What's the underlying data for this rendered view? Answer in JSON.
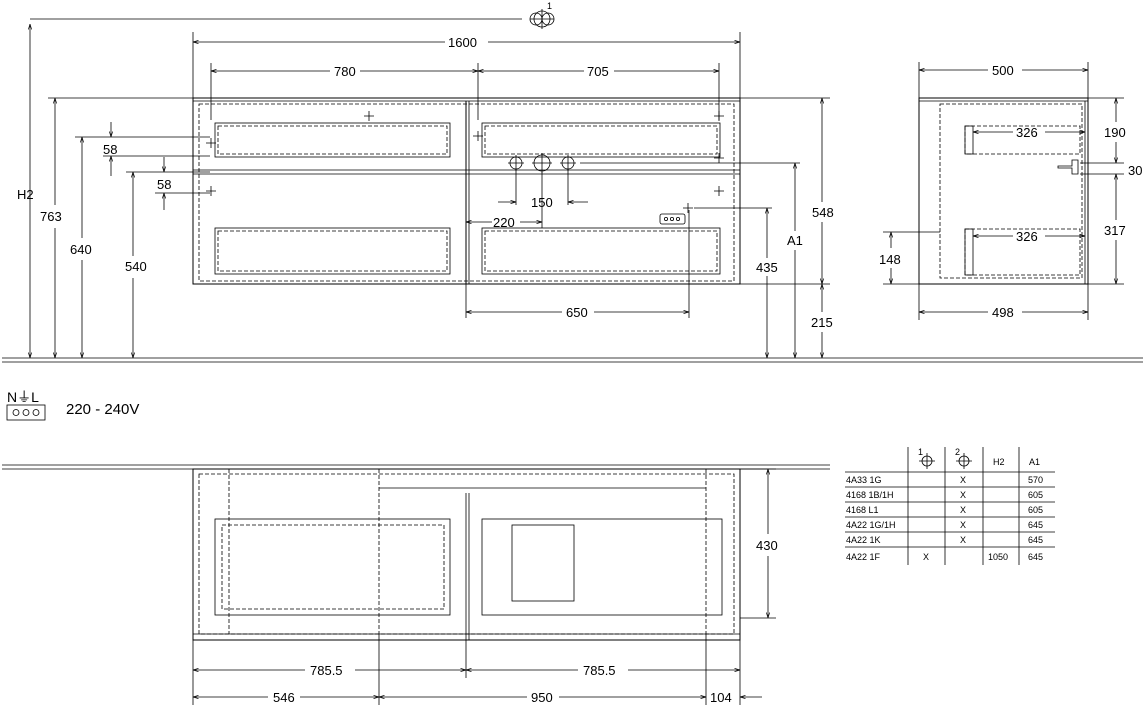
{
  "front_view": {
    "marker_1": "1",
    "width_1600": "1600",
    "width_780": "780",
    "width_705": "705",
    "h2": "H2",
    "h_763": "763",
    "h_640": "640",
    "h_540": "540",
    "off_58a": "58",
    "off_58b": "58",
    "d_150": "150",
    "d_220": "220",
    "d_650": "650",
    "h_548": "548",
    "a1": "A1",
    "h_435": "435",
    "h_215": "215"
  },
  "side_view": {
    "w_500": "500",
    "w_326_top": "326",
    "w_326_bottom": "326",
    "h_190": "190",
    "h_30": "30",
    "h_317": "317",
    "h_148": "148",
    "w_498": "498"
  },
  "electrical": {
    "symbol_label": "N⏚L",
    "voltage": "220 - 240V"
  },
  "top_view": {
    "depth_430": "430",
    "w_785_left": "785.5",
    "w_785_right": "785.5",
    "w_546": "546",
    "w_950": "950",
    "w_104": "104"
  },
  "table": {
    "headers": [
      "",
      "1",
      "2",
      "H2",
      "A1"
    ],
    "rows": [
      [
        "4A33 1G",
        "",
        "X",
        "",
        "570"
      ],
      [
        "4168 1B/1H",
        "",
        "X",
        "",
        "605"
      ],
      [
        "4168 L1",
        "",
        "X",
        "",
        "605"
      ],
      [
        "4A22 1G/1H",
        "",
        "X",
        "",
        "645"
      ],
      [
        "4A22 1K",
        "",
        "X",
        "",
        "645"
      ],
      [
        "4A22 1F",
        "X",
        "",
        "1050",
        "645"
      ]
    ]
  }
}
